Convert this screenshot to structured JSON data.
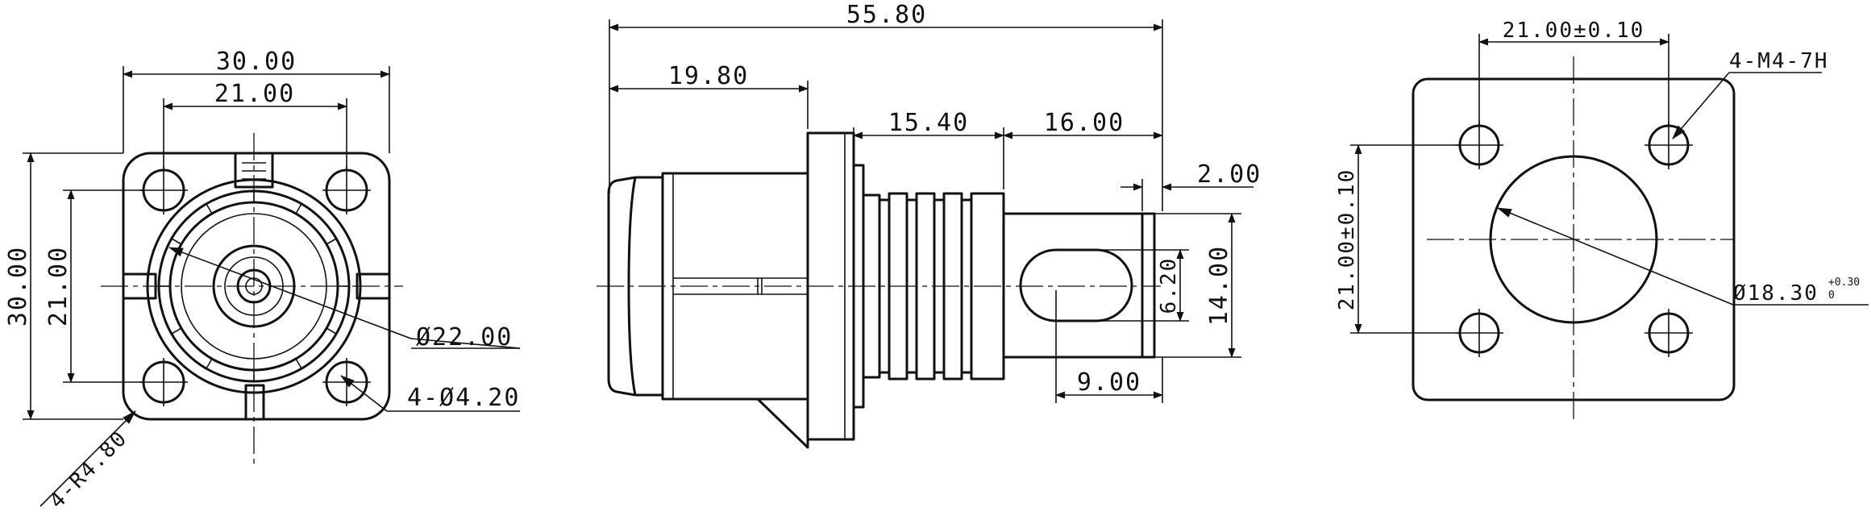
{
  "front_view": {
    "width": "30.00",
    "hole_spacing_h": "21.00",
    "height": "30.00",
    "hole_spacing_v": "21.00",
    "diameter": "Ø22.00",
    "holes": "4-Ø4.20",
    "corner_radius": "4-R4.80"
  },
  "side_view": {
    "overall_length": "55.80",
    "body_length": "19.80",
    "rib_length": "15.40",
    "pin_length": "16.00",
    "tip_length": "2.00",
    "slot_width": "6.20",
    "pin_height": "14.00",
    "slot_length": "9.00"
  },
  "panel_cutout": {
    "hole_spacing_h": "21.00±0.10",
    "thread": "4-M4-7H",
    "hole_spacing_v": "21.00±0.10",
    "cutout_diameter": "Ø18.30",
    "tolerance_upper": "+0.30",
    "tolerance_lower": "0"
  }
}
